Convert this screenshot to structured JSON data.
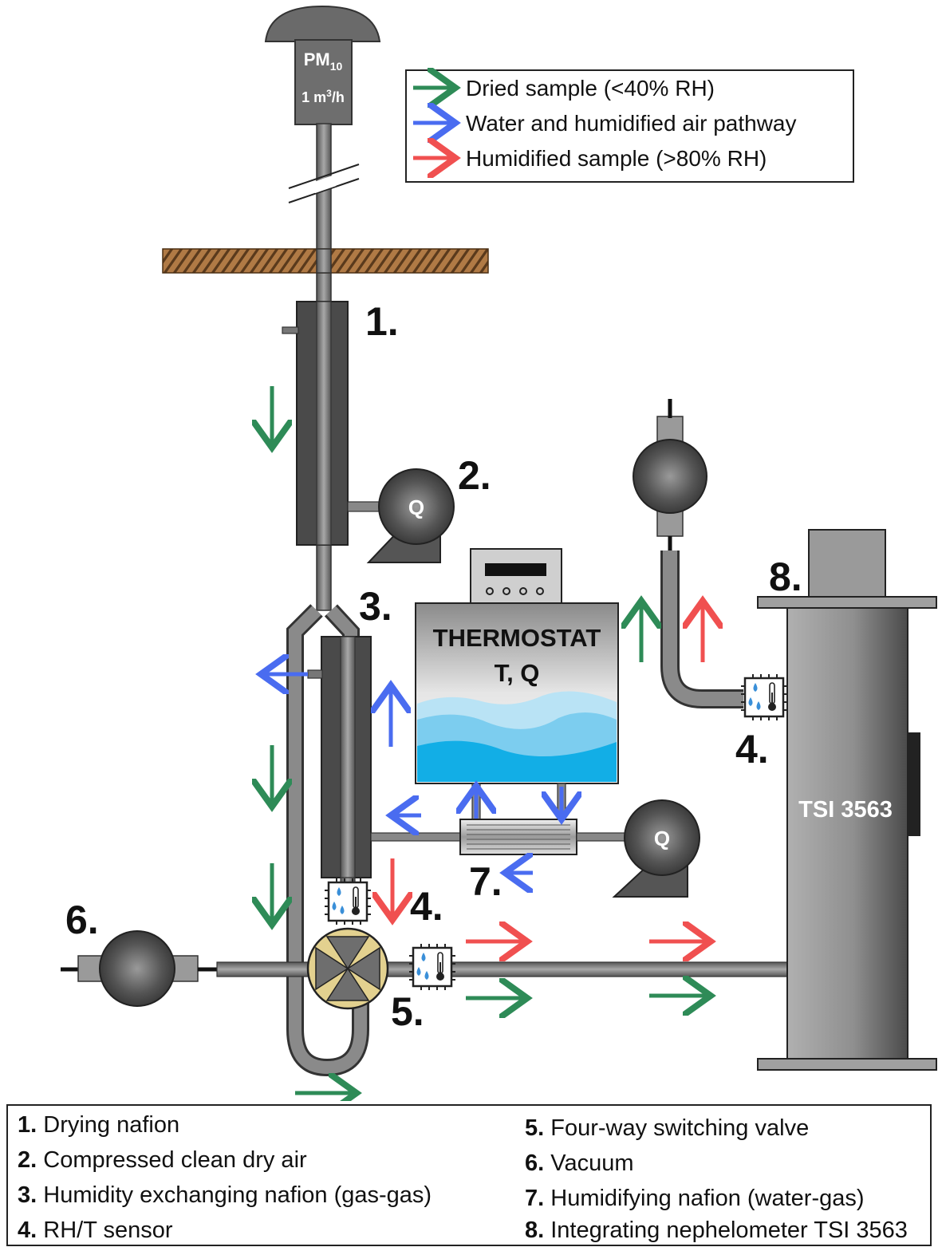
{
  "inlet": {
    "line1": "PM",
    "line1_sub": "10",
    "line2_pre": "1 m",
    "line2_sup": "3",
    "line2_post": "/h"
  },
  "legend": [
    {
      "label": "Dried sample (<40% RH)",
      "color": "#2e8b57"
    },
    {
      "label": "Water and humidified air pathway",
      "color": "#4a6cf0"
    },
    {
      "label": "Humidified sample (>80% RH)",
      "color": "#f05050"
    }
  ],
  "numbers": {
    "n1": "1.",
    "n2": "2.",
    "n3": "3.",
    "n4a": "4.",
    "n4b": "4.",
    "n5": "5.",
    "n6": "6.",
    "n7": "7.",
    "n8": "8."
  },
  "pumps": {
    "pump_top_label": "Q",
    "pump_bottom_label": "Q"
  },
  "thermostat": {
    "title": "THERMOSTAT",
    "subtitle": "T, Q"
  },
  "nephelometer": {
    "label": "TSI 3563"
  },
  "key": [
    {
      "num": "1.",
      "text": "Drying nafion"
    },
    {
      "num": "2.",
      "text": "Compressed clean dry air"
    },
    {
      "num": "3.",
      "text": "Humidity exchanging nafion (gas-gas)"
    },
    {
      "num": "4.",
      "text": "RH/T sensor"
    },
    {
      "num": "5.",
      "text": "Four-way switching valve"
    },
    {
      "num": "6.",
      "text": "Vacuum"
    },
    {
      "num": "7.",
      "text": "Humidifying nafion (water-gas)"
    },
    {
      "num": "8.",
      "text": "Integrating nephelometer TSI 3563"
    }
  ],
  "colors": {
    "dried": "#2e8b57",
    "water": "#4a6cf0",
    "humid": "#f05050",
    "tube": "#666666"
  }
}
